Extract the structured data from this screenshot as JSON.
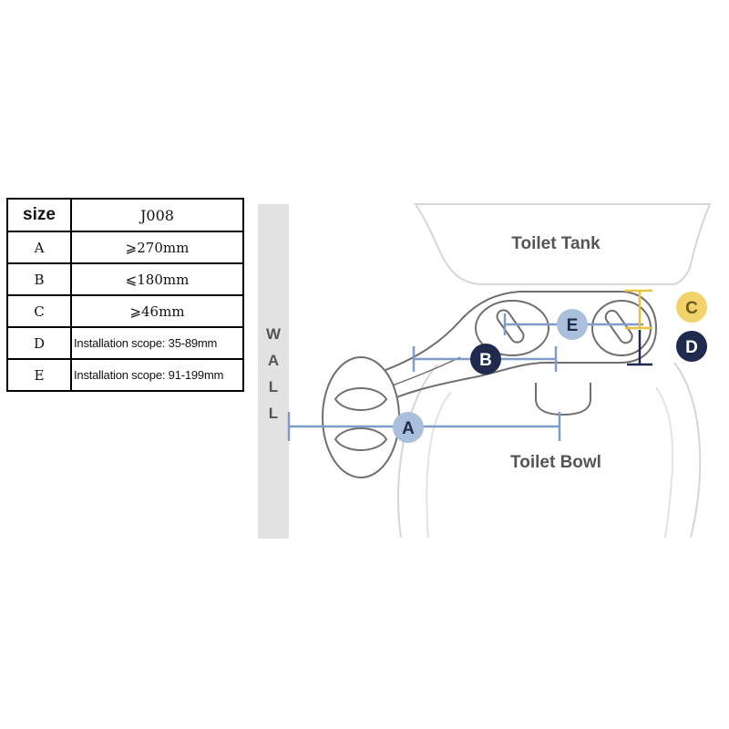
{
  "table": {
    "header": {
      "label": "size",
      "model": "J008"
    },
    "rows": [
      {
        "key": "A",
        "value": "⩾270mm"
      },
      {
        "key": "B",
        "value": "⩽180mm"
      },
      {
        "key": "C",
        "value": "⩾46mm"
      },
      {
        "key": "D",
        "value": "Installation scope: 35-89mm"
      },
      {
        "key": "E",
        "value": "Installation scope: 91-199mm"
      }
    ]
  },
  "diagram": {
    "wall_letters": [
      "W",
      "A",
      "L",
      "L"
    ],
    "tank_label": "Toilet Tank",
    "bowl_label": "Toilet Bowl",
    "markers": {
      "A": {
        "label": "A",
        "color": "#a9bfdc",
        "text_color": "#1e2a4a"
      },
      "B": {
        "label": "B",
        "color": "#1f2a4e",
        "text_color": "#ffffff"
      },
      "C": {
        "label": "C",
        "color": "#f2d36b",
        "text_color": "#6b5a1a"
      },
      "D": {
        "label": "D",
        "color": "#1f2a4e",
        "text_color": "#ffffff"
      },
      "E": {
        "label": "E",
        "color": "#a9bfdc",
        "text_color": "#1e2a4a"
      }
    },
    "colors": {
      "outline": "#d6d6d6",
      "part_outline": "#6e6e6e",
      "dimension_line": "#7f9cc8",
      "wall": "#e2e2e2",
      "yellow_dimension": "#e7c23f",
      "dark_dimension": "#1f2a4e"
    }
  }
}
